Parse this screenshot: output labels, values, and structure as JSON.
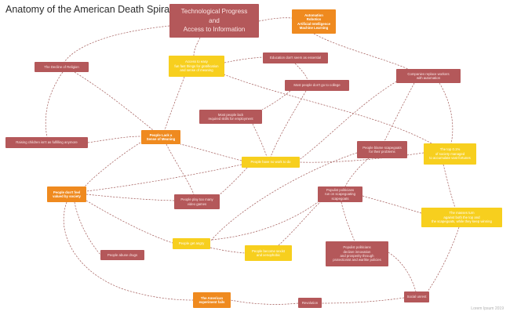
{
  "diagram": {
    "title": "Anatomy of the American Death Spiral",
    "credit": "Lorem Ipsum 2019",
    "colors": {
      "red_node": "#b4585a",
      "yellow_node": "#f7cf1e",
      "orange_node": "#ef8a1f",
      "edge": "#a25a58"
    },
    "nodes": {
      "tech": "Technological Progress\nand\nAccess to Information",
      "automation": "Automation\nRobotics\nArtificial Intelligence\nMachine Learning",
      "decline_religion": "The Decline of Religion",
      "access_easy": "Access to easy\nfun fast things for gratification\nand sense of meaning",
      "education": "Education don't seem as essential",
      "college": "Most people don't go to college",
      "companies": "Companies replace workers\nwith automation",
      "skills": "Most people lack\nrequired skills for employment",
      "children": "Raising children isn't as fulfilling anymore",
      "lack_meaning": "People Lack a\nSense of Meaning",
      "nothing_to_do": "People have no work to do",
      "blame_scapegoats": "People blame scapegoats\nfor their problems",
      "top_percent": "The top 0.1%\nof society managed\nto accumulate vast fortunes",
      "not_valued": "People don't feel\nvalued by society",
      "video_games": "People play too many\nvideo games",
      "populist_politicians": "Populist politicians\nrun on scapegoating\nscapegoats",
      "masses_turn": "The masses turn\nagainst both the top and\nthe scapegoats, while they keep winning",
      "abuse_drugs": "People abuse drugs",
      "get_angry": "People get angry",
      "become_sexist": "People become sexist\nand xenophobic",
      "populist_deny": "Populist politicians\ndeclare innovation\nand prosperity through\nprotectionist and warlike policies",
      "american_experiment": "The American\nexperiment fails",
      "revolution": "Revolution",
      "social_unrest": "Social unrest"
    }
  }
}
